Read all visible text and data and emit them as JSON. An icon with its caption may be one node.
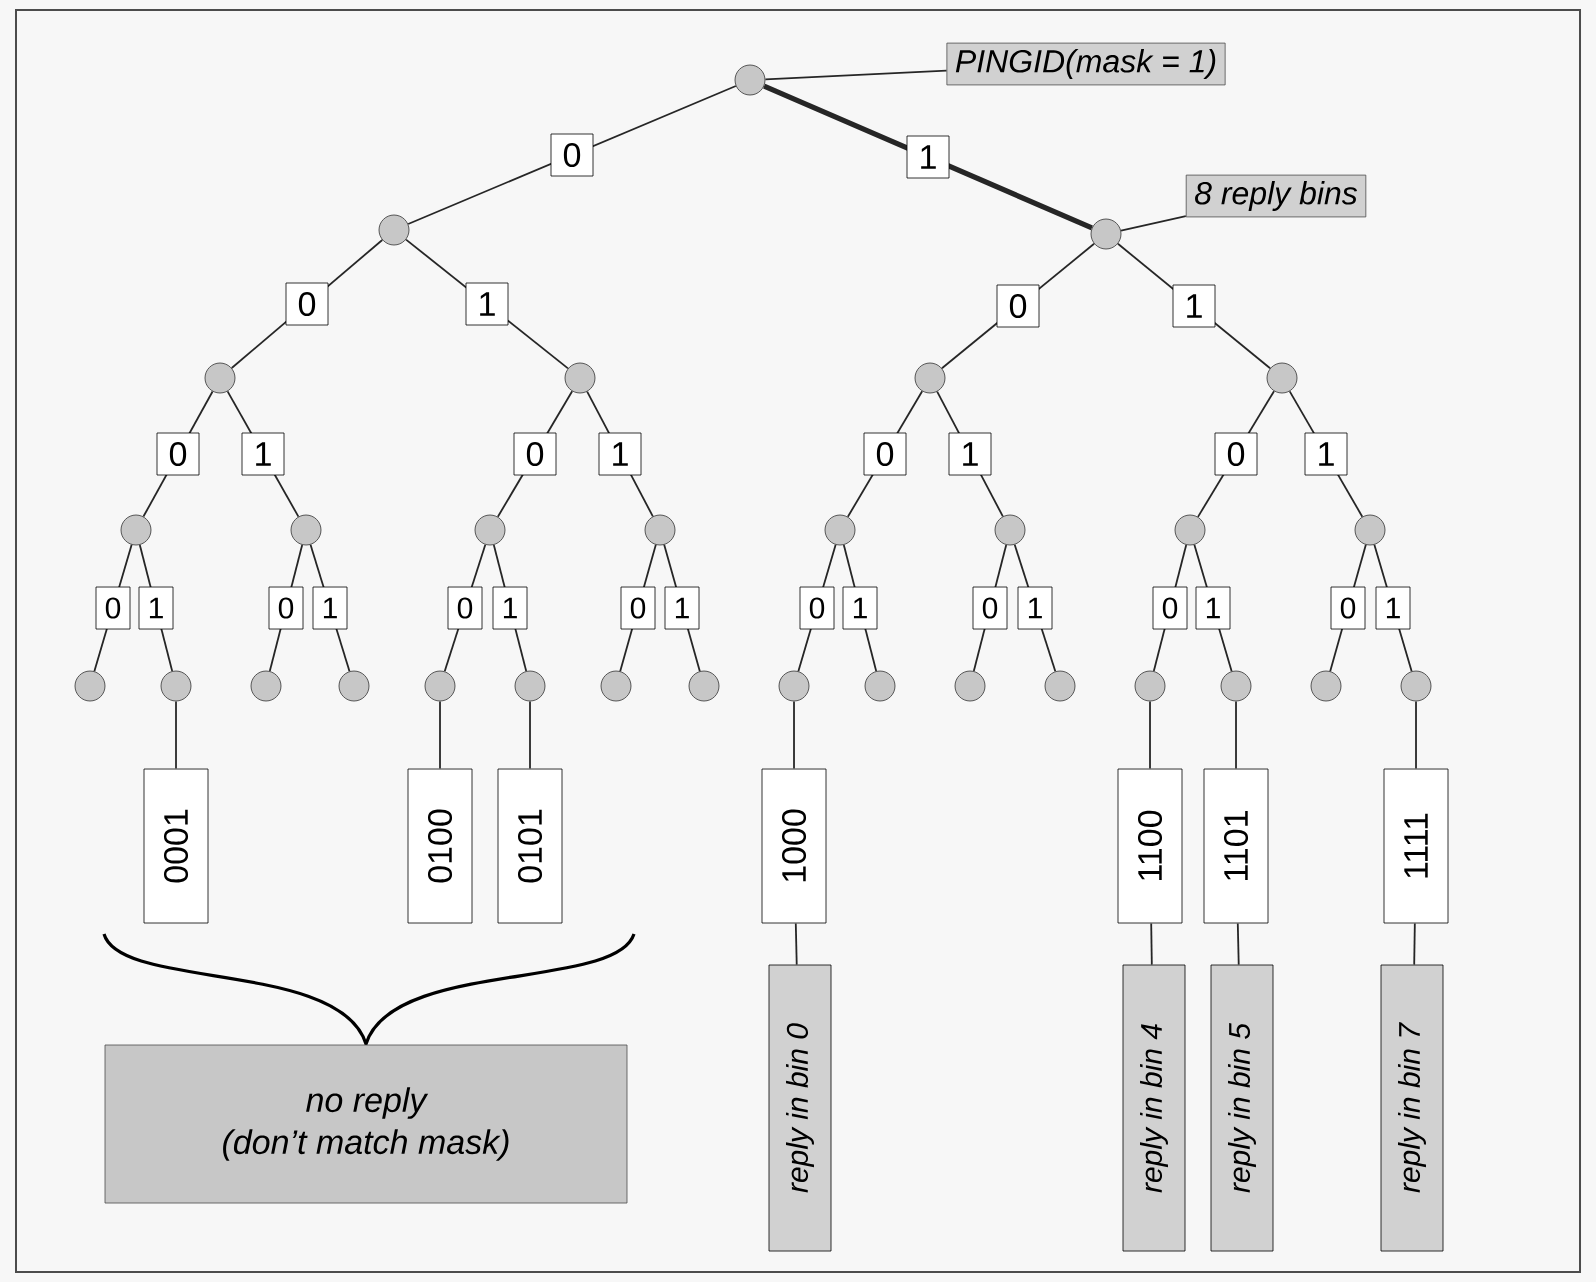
{
  "diagram": {
    "nodes": [
      {
        "text": [],
        "shape": "circle"
      },
      {
        "text": [],
        "shape": "circle"
      },
      {
        "text": [],
        "shape": "circle"
      },
      {
        "text": [],
        "shape": "circle"
      },
      {
        "text": [],
        "shape": "circle"
      },
      {
        "text": [],
        "shape": "circle"
      },
      {
        "text": [],
        "shape": "circle"
      },
      {
        "text": [],
        "shape": "circle"
      },
      {
        "text": [],
        "shape": "circle"
      },
      {
        "text": [],
        "shape": "circle"
      },
      {
        "text": [],
        "shape": "circle"
      },
      {
        "text": [],
        "shape": "circle"
      },
      {
        "text": [],
        "shape": "circle"
      },
      {
        "text": [],
        "shape": "circle"
      },
      {
        "text": [],
        "shape": "circle"
      },
      {
        "text": [],
        "shape": "circle"
      },
      {
        "text": [],
        "shape": "circle"
      },
      {
        "text": [],
        "shape": "circle"
      },
      {
        "text": [],
        "shape": "circle"
      },
      {
        "text": [],
        "shape": "circle"
      },
      {
        "text": [],
        "shape": "circle"
      },
      {
        "text": [],
        "shape": "circle"
      },
      {
        "text": [],
        "shape": "circle"
      },
      {
        "text": [],
        "shape": "circle"
      },
      {
        "text": [],
        "shape": "circle"
      },
      {
        "text": [],
        "shape": "circle"
      },
      {
        "text": [],
        "shape": "circle"
      },
      {
        "text": [],
        "shape": "circle"
      },
      {
        "text": [],
        "shape": "circle"
      },
      {
        "text": [],
        "shape": "circle"
      },
      {
        "text": [],
        "shape": "circle"
      },
      {
        "text": [
          "PINGID(mask = 1)"
        ]
      },
      {
        "text": [
          "8 reply bins"
        ]
      },
      {
        "text": [
          "0001"
        ]
      },
      {
        "text": [
          "0100"
        ]
      },
      {
        "text": [
          "0101"
        ]
      },
      {
        "text": [
          "1000"
        ]
      },
      {
        "text": [
          "1100"
        ]
      },
      {
        "text": [
          "1101"
        ]
      },
      {
        "text": [
          "1111"
        ]
      },
      {
        "text": [
          "reply in bin 0"
        ]
      },
      {
        "text": [
          "reply in bin 4"
        ]
      },
      {
        "text": [
          "reply in bin 5"
        ]
      },
      {
        "text": [
          "reply in bin 7"
        ]
      },
      {
        "text": [
          "no reply",
          "(don’t match mask)"
        ]
      }
    ],
    "edges": [
      {
        "from": 0,
        "to": 1,
        "arrow": "none",
        "label": "0"
      },
      {
        "from": 0,
        "to": 2,
        "arrow": "none",
        "label": "1",
        "style": "thick"
      },
      {
        "from": 1,
        "to": 3,
        "arrow": "none",
        "label": "0"
      },
      {
        "from": 1,
        "to": 4,
        "arrow": "none",
        "label": "1"
      },
      {
        "from": 2,
        "to": 5,
        "arrow": "none",
        "label": "0"
      },
      {
        "from": 2,
        "to": 6,
        "arrow": "none",
        "label": "1"
      },
      {
        "from": 3,
        "to": 7,
        "arrow": "none",
        "label": "0"
      },
      {
        "from": 3,
        "to": 8,
        "arrow": "none",
        "label": "1"
      },
      {
        "from": 4,
        "to": 9,
        "arrow": "none",
        "label": "0"
      },
      {
        "from": 4,
        "to": 10,
        "arrow": "none",
        "label": "1"
      },
      {
        "from": 5,
        "to": 11,
        "arrow": "none",
        "label": "0"
      },
      {
        "from": 5,
        "to": 12,
        "arrow": "none",
        "label": "1"
      },
      {
        "from": 6,
        "to": 13,
        "arrow": "none",
        "label": "0"
      },
      {
        "from": 6,
        "to": 14,
        "arrow": "none",
        "label": "1"
      },
      {
        "from": 7,
        "to": 15,
        "arrow": "none",
        "label": "0"
      },
      {
        "from": 7,
        "to": 16,
        "arrow": "none",
        "label": "1"
      },
      {
        "from": 8,
        "to": 17,
        "arrow": "none",
        "label": "0"
      },
      {
        "from": 8,
        "to": 18,
        "arrow": "none",
        "label": "1"
      },
      {
        "from": 9,
        "to": 19,
        "arrow": "none",
        "label": "0"
      },
      {
        "from": 9,
        "to": 20,
        "arrow": "none",
        "label": "1"
      },
      {
        "from": 10,
        "to": 21,
        "arrow": "none",
        "label": "0"
      },
      {
        "from": 10,
        "to": 22,
        "arrow": "none",
        "label": "1"
      },
      {
        "from": 11,
        "to": 23,
        "arrow": "none",
        "label": "0"
      },
      {
        "from": 11,
        "to": 24,
        "arrow": "none",
        "label": "1"
      },
      {
        "from": 12,
        "to": 25,
        "arrow": "none",
        "label": "0"
      },
      {
        "from": 12,
        "to": 26,
        "arrow": "none",
        "label": "1"
      },
      {
        "from": 13,
        "to": 27,
        "arrow": "none",
        "label": "0"
      },
      {
        "from": 13,
        "to": 28,
        "arrow": "none",
        "label": "1"
      },
      {
        "from": 14,
        "to": 29,
        "arrow": "none",
        "label": "0"
      },
      {
        "from": 14,
        "to": 30,
        "arrow": "none",
        "label": "1"
      },
      {
        "from": 0,
        "to": 31,
        "arrow": "none"
      },
      {
        "from": 2,
        "to": 32,
        "arrow": "none"
      },
      {
        "from": 16,
        "to": 33,
        "arrow": "none"
      },
      {
        "from": 19,
        "to": 34,
        "arrow": "none"
      },
      {
        "from": 20,
        "to": 35,
        "arrow": "none"
      },
      {
        "from": 23,
        "to": 36,
        "arrow": "none"
      },
      {
        "from": 27,
        "to": 37,
        "arrow": "none"
      },
      {
        "from": 28,
        "to": 38,
        "arrow": "none"
      },
      {
        "from": 30,
        "to": 39,
        "arrow": "none"
      },
      {
        "from": 36,
        "to": 40,
        "arrow": "none"
      },
      {
        "from": 37,
        "to": 41,
        "arrow": "none"
      },
      {
        "from": 38,
        "to": 42,
        "arrow": "none"
      },
      {
        "from": 39,
        "to": 43,
        "arrow": "none"
      }
    ]
  }
}
